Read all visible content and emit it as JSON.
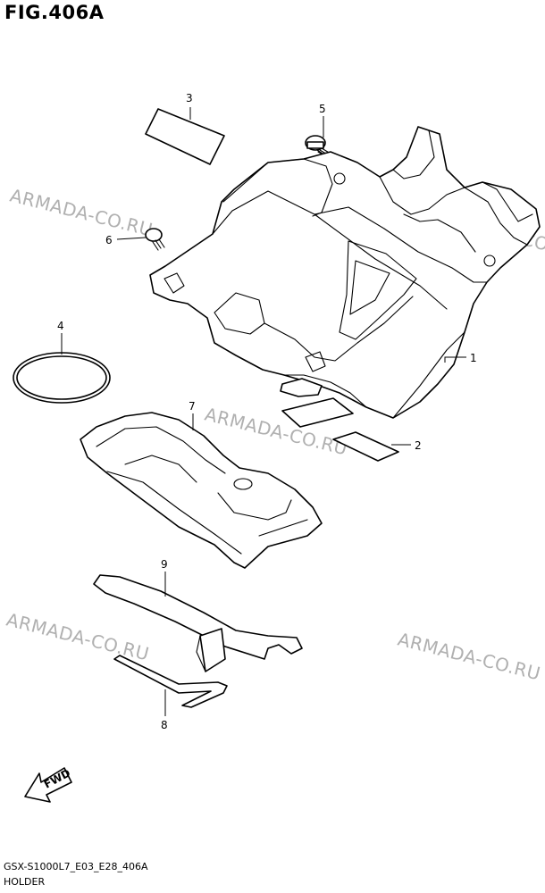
{
  "figure": {
    "title": "FIG.406A",
    "code": "GSX-S1000L7_E03_E28_406A",
    "name": "HOLDER"
  },
  "watermark": "ARMADA-CO.RU",
  "callouts": [
    "1",
    "2",
    "3",
    "4",
    "5",
    "6",
    "7",
    "8",
    "9"
  ],
  "fwd_label": "FWD"
}
